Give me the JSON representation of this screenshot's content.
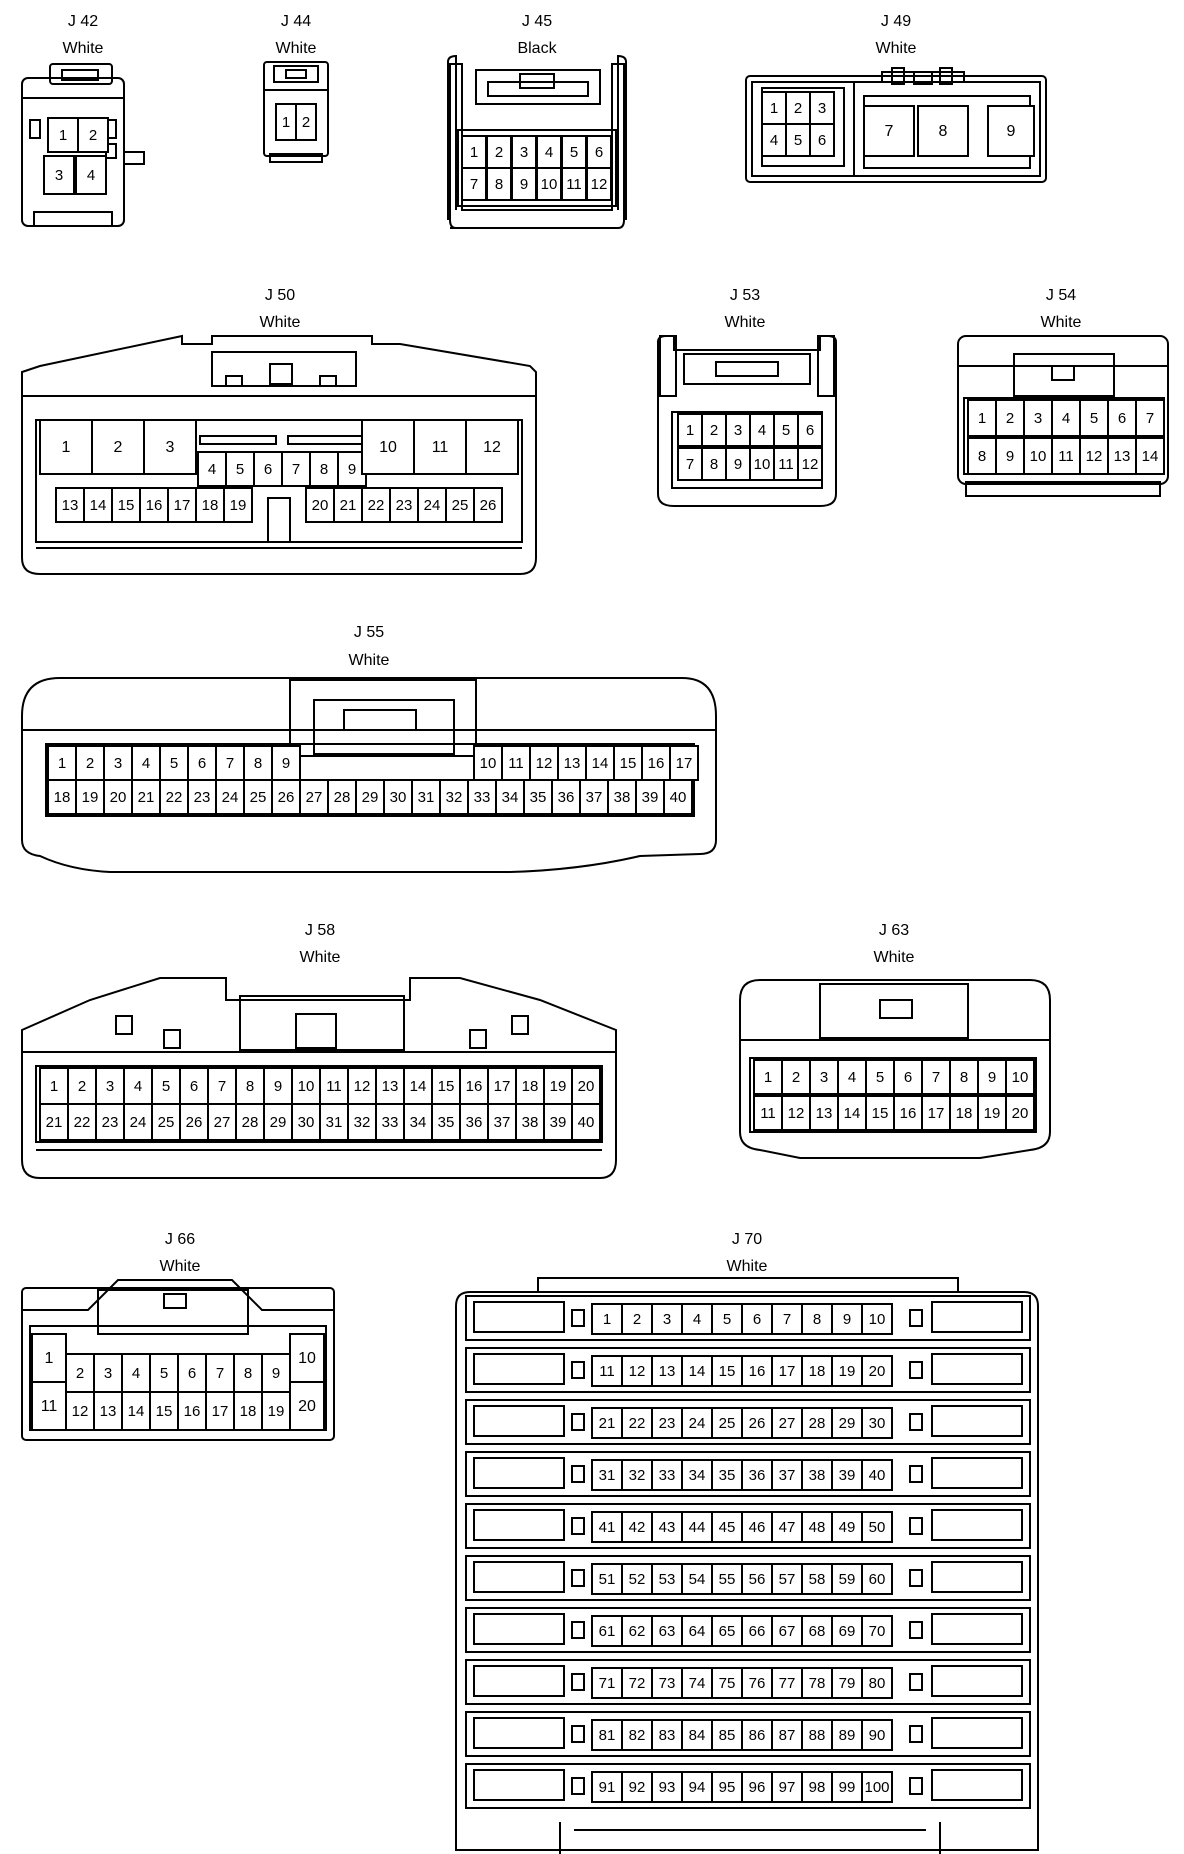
{
  "connectors": [
    {
      "id": "j42",
      "name": "J 42",
      "color": "White"
    },
    {
      "id": "j44",
      "name": "J 44",
      "color": "White"
    },
    {
      "id": "j45",
      "name": "J 45",
      "color": "Black"
    },
    {
      "id": "j49",
      "name": "J 49",
      "color": "White"
    },
    {
      "id": "j50",
      "name": "J 50",
      "color": "White"
    },
    {
      "id": "j53",
      "name": "J 53",
      "color": "White"
    },
    {
      "id": "j54",
      "name": "J 54",
      "color": "White"
    },
    {
      "id": "j55",
      "name": "J 55",
      "color": "White"
    },
    {
      "id": "j58",
      "name": "J 58",
      "color": "White"
    },
    {
      "id": "j63",
      "name": "J 63",
      "color": "White"
    },
    {
      "id": "j66",
      "name": "J 66",
      "color": "White"
    },
    {
      "id": "j70",
      "name": "J 70",
      "color": "White"
    }
  ],
  "colors": {
    "line": "#000000",
    "background": "#ffffff"
  }
}
